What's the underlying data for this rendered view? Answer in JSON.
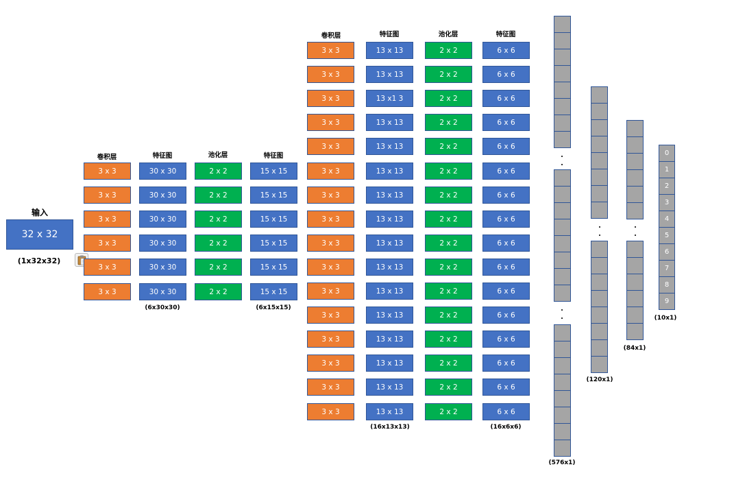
{
  "input": {
    "header": "输入",
    "size": "32 x 32",
    "dims": "(1x32x32)"
  },
  "stage1": {
    "headers": {
      "conv": "卷积层",
      "feat1": "特征图",
      "pool": "池化层",
      "feat2": "特征图"
    },
    "rows": 6,
    "conv": "3 x 3",
    "feat1": "30 x 30",
    "pool": "2 x 2",
    "feat2": "15 x 15",
    "dims_feat1": "(6x30x30)",
    "dims_feat2": "(6x15x15)"
  },
  "stage2": {
    "headers": {
      "conv": "卷积层",
      "feat1": "特征图",
      "pool": "池化层",
      "feat2": "特征图"
    },
    "rows": 16,
    "conv": "3 x 3",
    "feat1": [
      "13 x 13",
      "13 x 13",
      "13 x1 3",
      "13 x 13",
      "13 x 13",
      "13 x 13",
      "13 x 13",
      "13 x 13",
      "13 x 13",
      "13 x 13",
      "13 x 13",
      "13 x 13",
      "13 x 13",
      "13 x 13",
      "13 x 13",
      "13 x 13"
    ],
    "pool": "2 x 2",
    "feat2": "6 x 6",
    "dims_feat1": "(16x13x13)",
    "dims_feat2": "(16x6x6)"
  },
  "layers": {
    "flatten": {
      "dims": "(576x1)"
    },
    "fc1": {
      "dims": "(120x1)"
    },
    "fc2": {
      "dims": "(84x1)"
    },
    "output": {
      "dims": "(10x1)",
      "labels": [
        "0",
        "1",
        "2",
        "3",
        "4",
        "5",
        "6",
        "7",
        "8",
        "9"
      ]
    }
  },
  "colors": {
    "conv": "#ed7d31",
    "feature_map": "#4472c4",
    "pool": "#00b050",
    "neuron": "#a5a5a5",
    "border": "#2f5597"
  },
  "icons": {
    "paste": "clipboard-icon"
  }
}
